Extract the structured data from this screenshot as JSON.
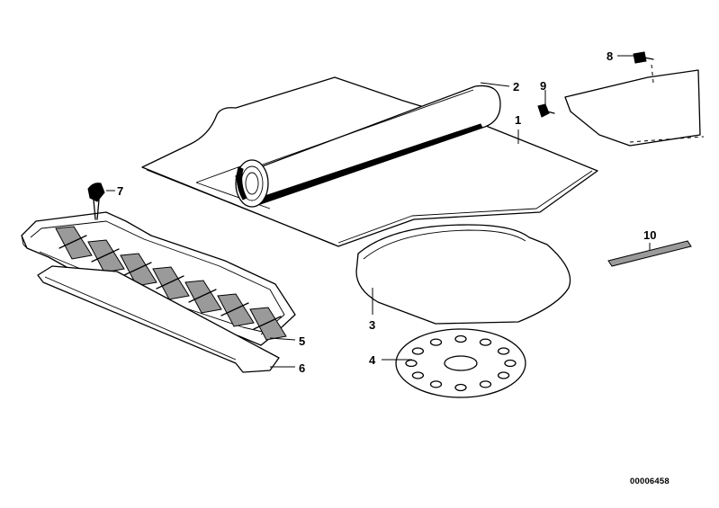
{
  "callouts": {
    "c1": "1",
    "c2": "2",
    "c3": "3",
    "c4": "4",
    "c5": "5",
    "c6": "6",
    "c7": "7",
    "c8": "8",
    "c9": "9",
    "c10": "10"
  },
  "reference_number": "00006458"
}
